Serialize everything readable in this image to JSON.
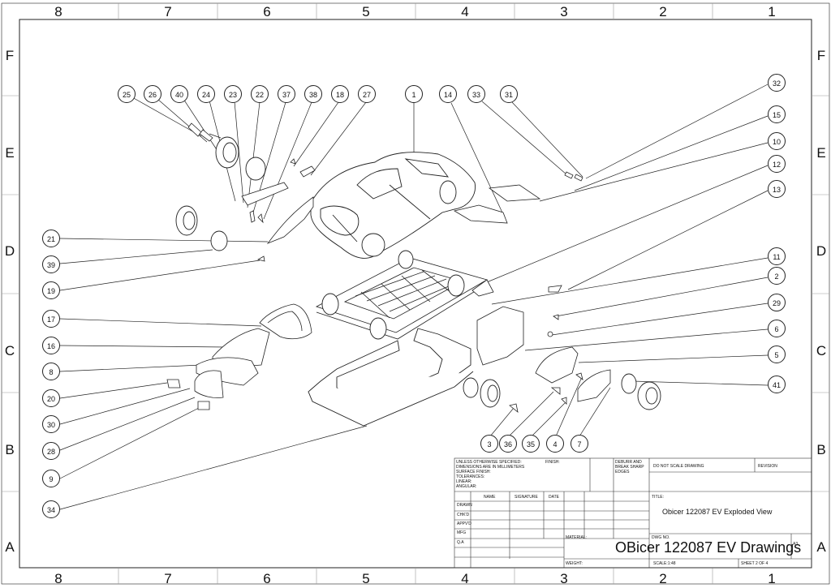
{
  "border": {
    "top_columns": [
      "8",
      "7",
      "6",
      "5",
      "4",
      "3",
      "2",
      "1"
    ],
    "bottom_columns": [
      "8",
      "7",
      "6",
      "5",
      "4",
      "3",
      "2",
      "1"
    ],
    "left_rows": [
      "F",
      "E",
      "D",
      "C",
      "B",
      "A"
    ],
    "right_rows": [
      "F",
      "E",
      "D",
      "C",
      "B",
      "A"
    ]
  },
  "callouts": [
    "25",
    "26",
    "40",
    "24",
    "23",
    "22",
    "37",
    "38",
    "18",
    "27",
    "1",
    "14",
    "33",
    "31",
    "32",
    "15",
    "10",
    "12",
    "13",
    "11",
    "2",
    "29",
    "6",
    "5",
    "41",
    "21",
    "39",
    "19",
    "17",
    "16",
    "8",
    "20",
    "30",
    "28",
    "9",
    "34",
    "3",
    "36",
    "35",
    "4",
    "7"
  ],
  "title_block": {
    "notes": "UNLESS OTHERWISE SPECIFIED:\nDIMENSIONS ARE IN MILLIMETERS\nSURFACE FINISH:\nTOLERANCES:\n   LINEAR:\n   ANGULAR:",
    "finish_label": "FINISH:",
    "deburr": "DEBURR AND\nBREAK SHARP\nEDGES",
    "do_not_scale": "DO NOT SCALE DRAWING",
    "revision_label": "REVISION",
    "col_name": "NAME",
    "col_signature": "SIGNATURE",
    "col_date": "DATE",
    "rows": [
      "DRAWN",
      "CHK'D",
      "APPV'D",
      "MFG",
      "Q.A"
    ],
    "title_label": "TITLE:",
    "title": "Obicer 122087 EV Exploded View",
    "material_label": "MATERIAL:",
    "dwg_no_label": "DWG NO.",
    "dwg_no": "OBicer 122087 EV Drawings",
    "size": "A3",
    "weight_label": "WEIGHT:",
    "scale": "SCALE:1:48",
    "sheet": "SHEET 2 OF 4"
  }
}
